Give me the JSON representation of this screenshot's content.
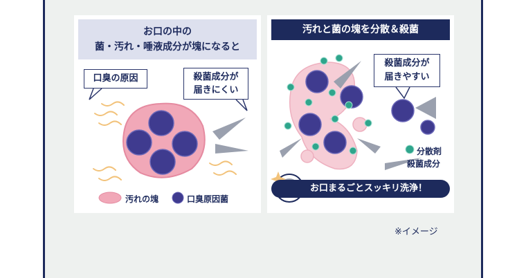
{
  "left_panel": {
    "title_line1": "お口の中の",
    "title_line2": "菌・汚れ・唾液成分が塊になると",
    "bubble_cause": "口臭の原因",
    "bubble_hard_line1": "殺菌成分が",
    "bubble_hard_line2": "届きにくい",
    "legend_plaque": "汚れの塊",
    "legend_bacteria": "口臭原因菌"
  },
  "right_panel": {
    "title": "汚れと菌の塊を分散＆殺菌",
    "bubble_easy_line1": "殺菌成分が",
    "bubble_easy_line2": "届きやすい",
    "legend_dispersant": "分散剤",
    "legend_sterilizer": "殺菌成分",
    "banner": "お口まるごとスッキリ洗浄！"
  },
  "note": "※イメージ",
  "colors": {
    "navy": "#1d2a5c",
    "pink": "#f3c6cf",
    "bacteria": "#3f3b8f",
    "dispersant": "#2fa58c"
  }
}
